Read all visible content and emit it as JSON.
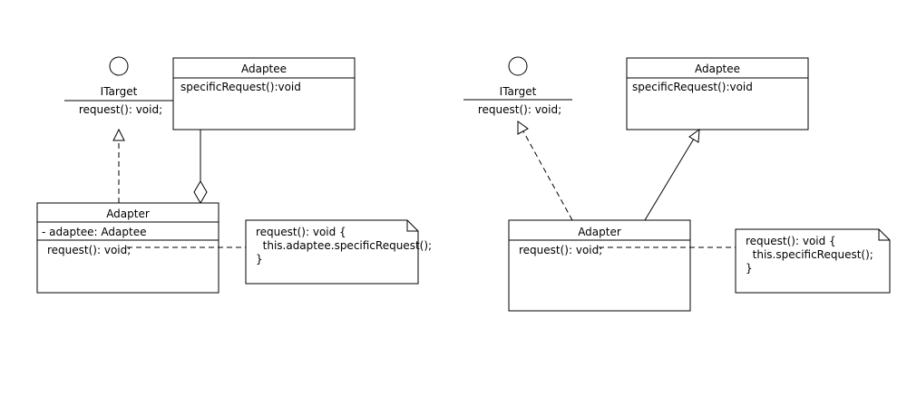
{
  "left": {
    "itarget": {
      "name": "ITarget",
      "method": "request(): void;"
    },
    "adaptee": {
      "title": "Adaptee",
      "method": "specificRequest():void"
    },
    "adapter": {
      "title": "Adapter",
      "field": "- adaptee: Adaptee",
      "method": "request(): void;"
    },
    "note": {
      "lines": [
        "request(): void {",
        "  this.adaptee.specificRequest();",
        "}"
      ]
    }
  },
  "right": {
    "itarget": {
      "name": "ITarget",
      "method": "request(): void;"
    },
    "adaptee": {
      "title": "Adaptee",
      "method": "specificRequest():void"
    },
    "adapter": {
      "title": "Adapter",
      "method": "request(): void;"
    },
    "note": {
      "lines": [
        "request(): void {",
        "  this.specificRequest();",
        "}"
      ]
    }
  }
}
